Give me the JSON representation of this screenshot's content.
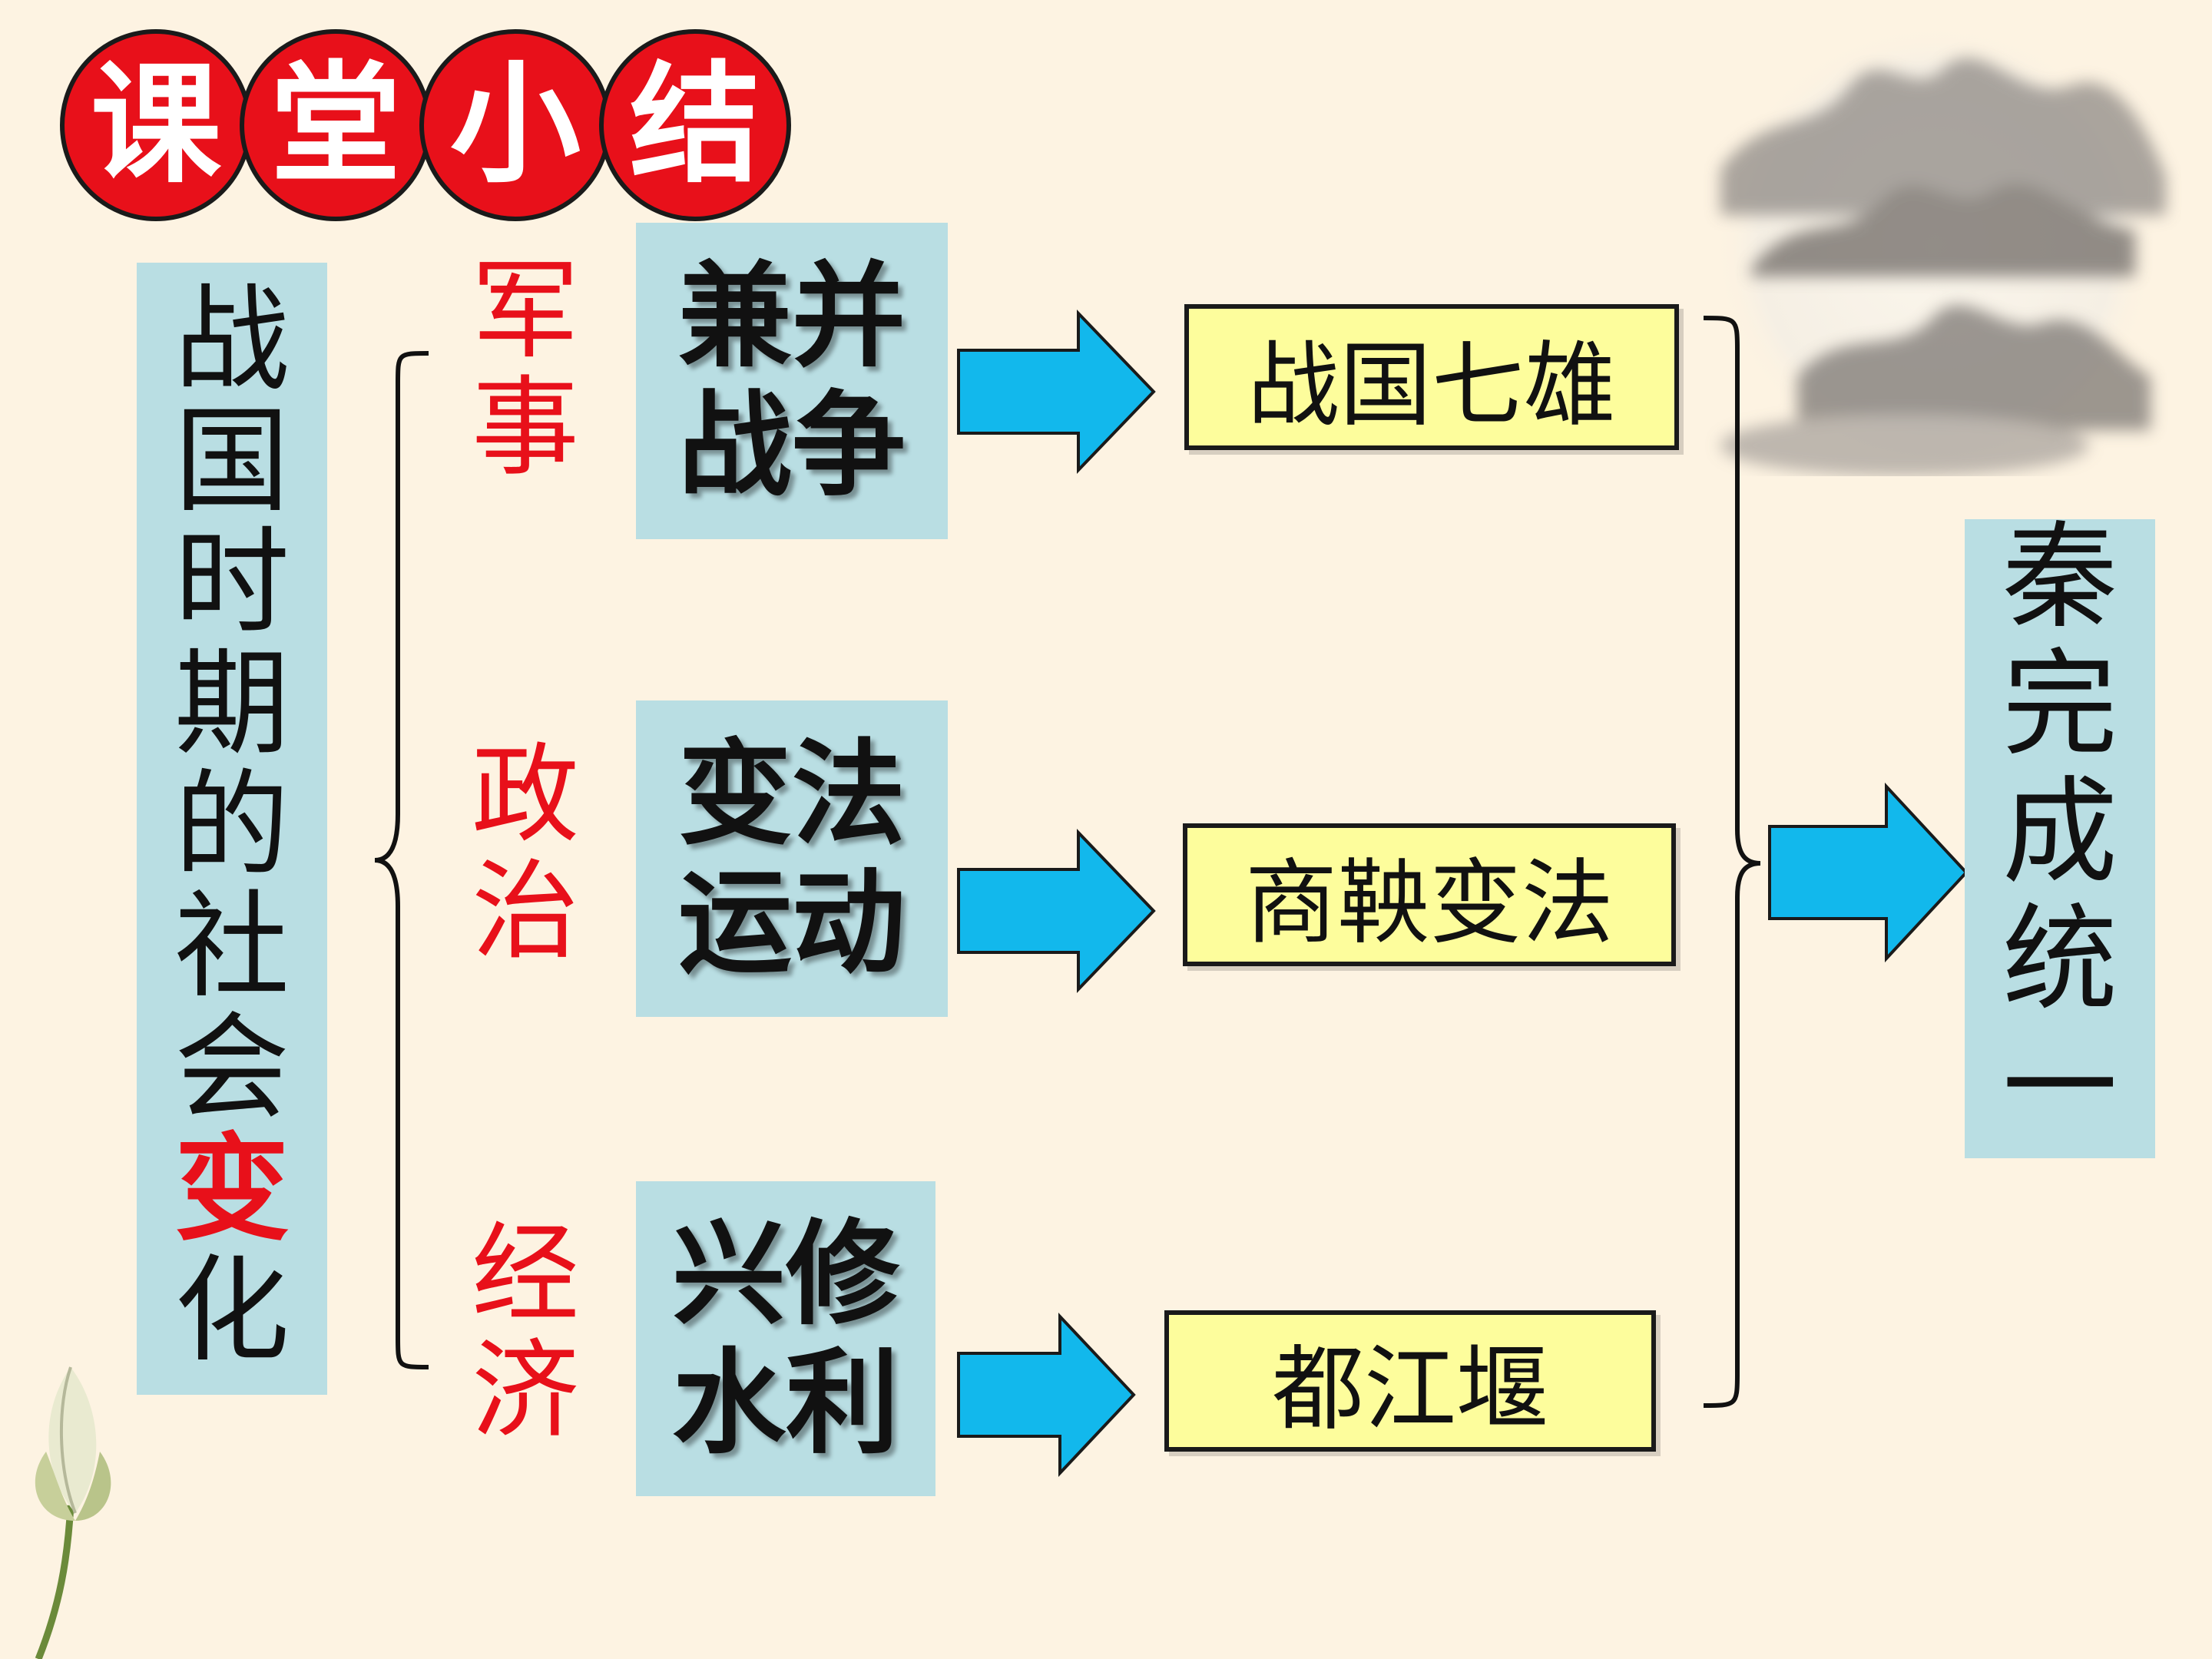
{
  "title_chars": [
    "课",
    "堂",
    "小",
    "结"
  ],
  "main_topic": [
    "战",
    "国",
    "时",
    "期",
    "的",
    "社",
    "会",
    "变",
    "化"
  ],
  "main_topic_highlight_index": 7,
  "rows": [
    {
      "category": [
        "军",
        "事"
      ],
      "action": [
        "兼并",
        "战争"
      ],
      "result": "战国七雄"
    },
    {
      "category": [
        "政",
        "治"
      ],
      "action": [
        "变法",
        "运动"
      ],
      "result": "商鞅变法"
    },
    {
      "category": [
        "经",
        "济"
      ],
      "action": [
        "兴修",
        "水利"
      ],
      "result": "都江堰"
    }
  ],
  "conclusion": [
    "秦",
    "完",
    "成",
    "统",
    "一"
  ],
  "colors": {
    "red": "#e8101a",
    "teal": "#b9dee3",
    "yellow": "#fdfd9c",
    "arrow": "#12b8ec",
    "bg": "#fdf3e2"
  },
  "icons": [
    "mountain-painting",
    "lotus-bud",
    "arrow-right"
  ]
}
